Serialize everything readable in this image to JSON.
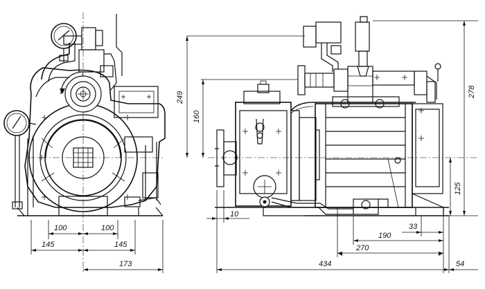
{
  "drawing": {
    "front_view": {
      "dims": {
        "d100_left": "100",
        "d100_right": "100",
        "d145_left": "145",
        "d145_right": "145",
        "d173": "173"
      }
    },
    "side_view": {
      "dims": {
        "d249": "249",
        "d160": "160",
        "d278": "278",
        "d125": "125",
        "d10": "10",
        "d33": "33",
        "d190": "190",
        "d270": "270",
        "d434": "434",
        "d54": "54"
      }
    }
  }
}
